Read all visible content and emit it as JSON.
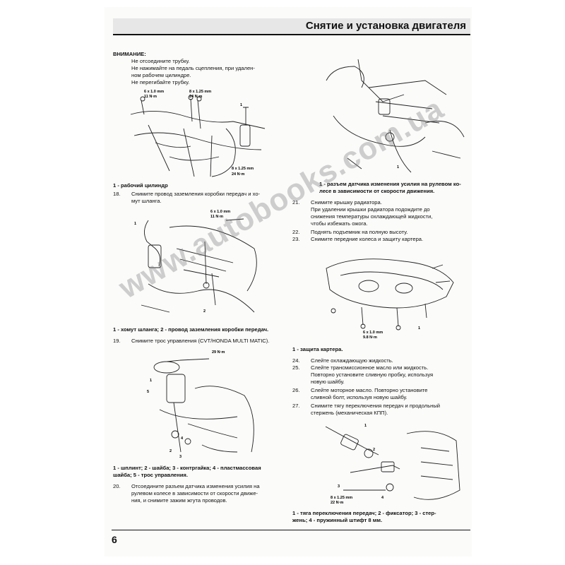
{
  "header": {
    "title": "Снятие и установка двигателя"
  },
  "left": {
    "warning_title": "ВНИМАНИЕ:",
    "warning_lines": [
      "Не отсоедините трубку.",
      "Не нажимайте на педаль сцепления, при удален-",
      "ном рабочем цилиндре.",
      "Не перегибайте трубку."
    ],
    "fig1_labels": [
      "6 x 1.0 mm",
      "11 N·m",
      "8 x 1.25 mm",
      "24 N·m",
      "1",
      "8 x 1.25 mm",
      "24 N·m"
    ],
    "fig1_caption": "1 - рабочий цилиндр",
    "step18_num": "18.",
    "step18_lines": [
      "Снимите провод заземления коробки передач и хо-",
      "мут шланга."
    ],
    "fig2_labels": [
      "6 x 1.0 mm",
      "11 N·m",
      "1",
      "2"
    ],
    "fig2_caption": "1 - хомут шланга; 2 - провод заземления коробки передач.",
    "step19_num": "19.",
    "step19_lines": [
      "Снимите трос управления (CVT/HONDA MULTI MATIC)."
    ],
    "fig3_labels": [
      "29 N·m",
      "5",
      "1",
      "4",
      "2",
      "3"
    ],
    "fig3_caption_lines": [
      "1 - шплинт; 2 - шайба; 3 - контргайка; 4 - пластмассовая",
      "шайба; 5 - трос управления."
    ],
    "step20_num": "20.",
    "step20_lines": [
      "Отсоедините разъем датчика изменения усилия на",
      "рулевом колесе в зависимости от скорости движе-",
      "ния, и снимите зажим жгута проводов."
    ]
  },
  "right": {
    "fig4_labels": [
      "1"
    ],
    "fig4_caption_lines": [
      "1 - разъем датчика изменения усилия на рулевом ко-",
      "лесе в зависимости от скорости движения."
    ],
    "step21_num": "21.",
    "step21_lines": [
      "Снимите крышку радиатора.",
      "При удалении крышки радиатора подождите до",
      "снижения температуры охлаждающей жидкости,",
      "чтобы избежать ожога."
    ],
    "step22_num": "22.",
    "step22_lines": [
      "Поднять подъемник на полную высоту."
    ],
    "step23_num": "23.",
    "step23_lines": [
      "Снимите передние колеса и защиту картера."
    ],
    "fig5_labels": [
      "6 x 1.0 mm",
      "9.8 N·m",
      "1"
    ],
    "fig5_caption": "1 - защита картера.",
    "step24_num": "24.",
    "step24_lines": [
      "Слейте охлаждающую жидкость."
    ],
    "step25_num": "25.",
    "step25_lines": [
      "Слейте трансмиссионное масло или жидкость.",
      "Повторно установите сливную пробку, используя",
      "новую шайбу."
    ],
    "step26_num": "26.",
    "step26_lines": [
      "Слейте моторное масло. Повторно установите",
      "сливной болт, используя новую шайбу."
    ],
    "step27_num": "27.",
    "step27_lines": [
      "Снимите тягу переключения передач и продольный",
      "стержень (механическая КПП)."
    ],
    "fig6_labels": [
      "1",
      "2",
      "3",
      "4",
      "8 x 1.25 mm",
      "22 N·m"
    ],
    "fig6_caption_lines": [
      "1 - тяга переключения передач; 2 - фиксатор; 3 - стер-",
      "жень; 4 - пружинный штифт 8 мм."
    ]
  },
  "watermark": "www.autobooks.com.ua",
  "footer": {
    "page_number": "6"
  }
}
